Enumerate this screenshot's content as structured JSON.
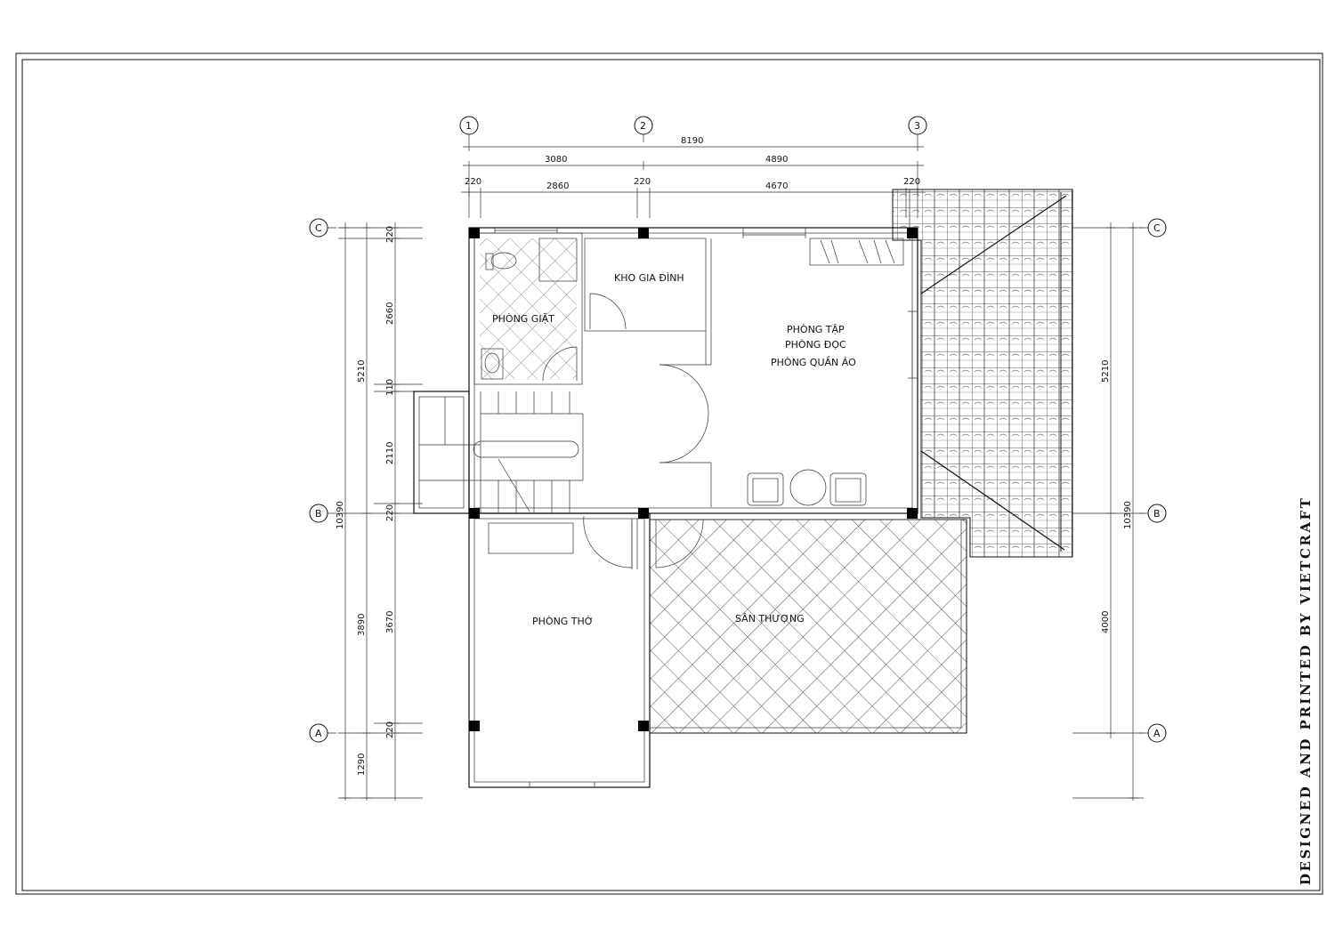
{
  "drawing": {
    "credit": "DESIGNED AND PRINTED BY VIETCRAFT"
  },
  "grid_axes": {
    "columns": [
      "1",
      "2",
      "3"
    ],
    "rows": [
      "C",
      "B",
      "A"
    ]
  },
  "dimensions": {
    "top_total": "8190",
    "top_bay_1": "3080",
    "top_bay_2": "4890",
    "top_wall_1": "220",
    "top_clear_1": "2860",
    "top_wall_2": "220",
    "top_clear_2": "4670",
    "top_wall_3": "220",
    "left_total": "10390",
    "left_c_to_b": "5210",
    "left_b_to_a": "3890",
    "left_overhang": "1290",
    "left_wall_c": "220",
    "left_room_c": "2660",
    "left_step": "110",
    "left_stair": "2110",
    "left_wall_b": "220",
    "left_room_b": "3670",
    "left_wall_a": "220",
    "right_total": "10390",
    "right_c_to_b": "5210",
    "right_b_to_a": "4000"
  },
  "rooms": {
    "laundry": "PHÒNG GIẶT",
    "storage": "KHO GIA ĐÌNH",
    "multi_line_1": "PHÒNG TẬP",
    "multi_line_2": "PHÒNG ĐỌC",
    "multi_line_3": "PHÒNG QUẦN ÁO",
    "altar": "PHÒNG THỜ",
    "terrace": "SÂN THƯỢNG"
  },
  "colors": {
    "line": "#111111",
    "background": "#ffffff"
  }
}
